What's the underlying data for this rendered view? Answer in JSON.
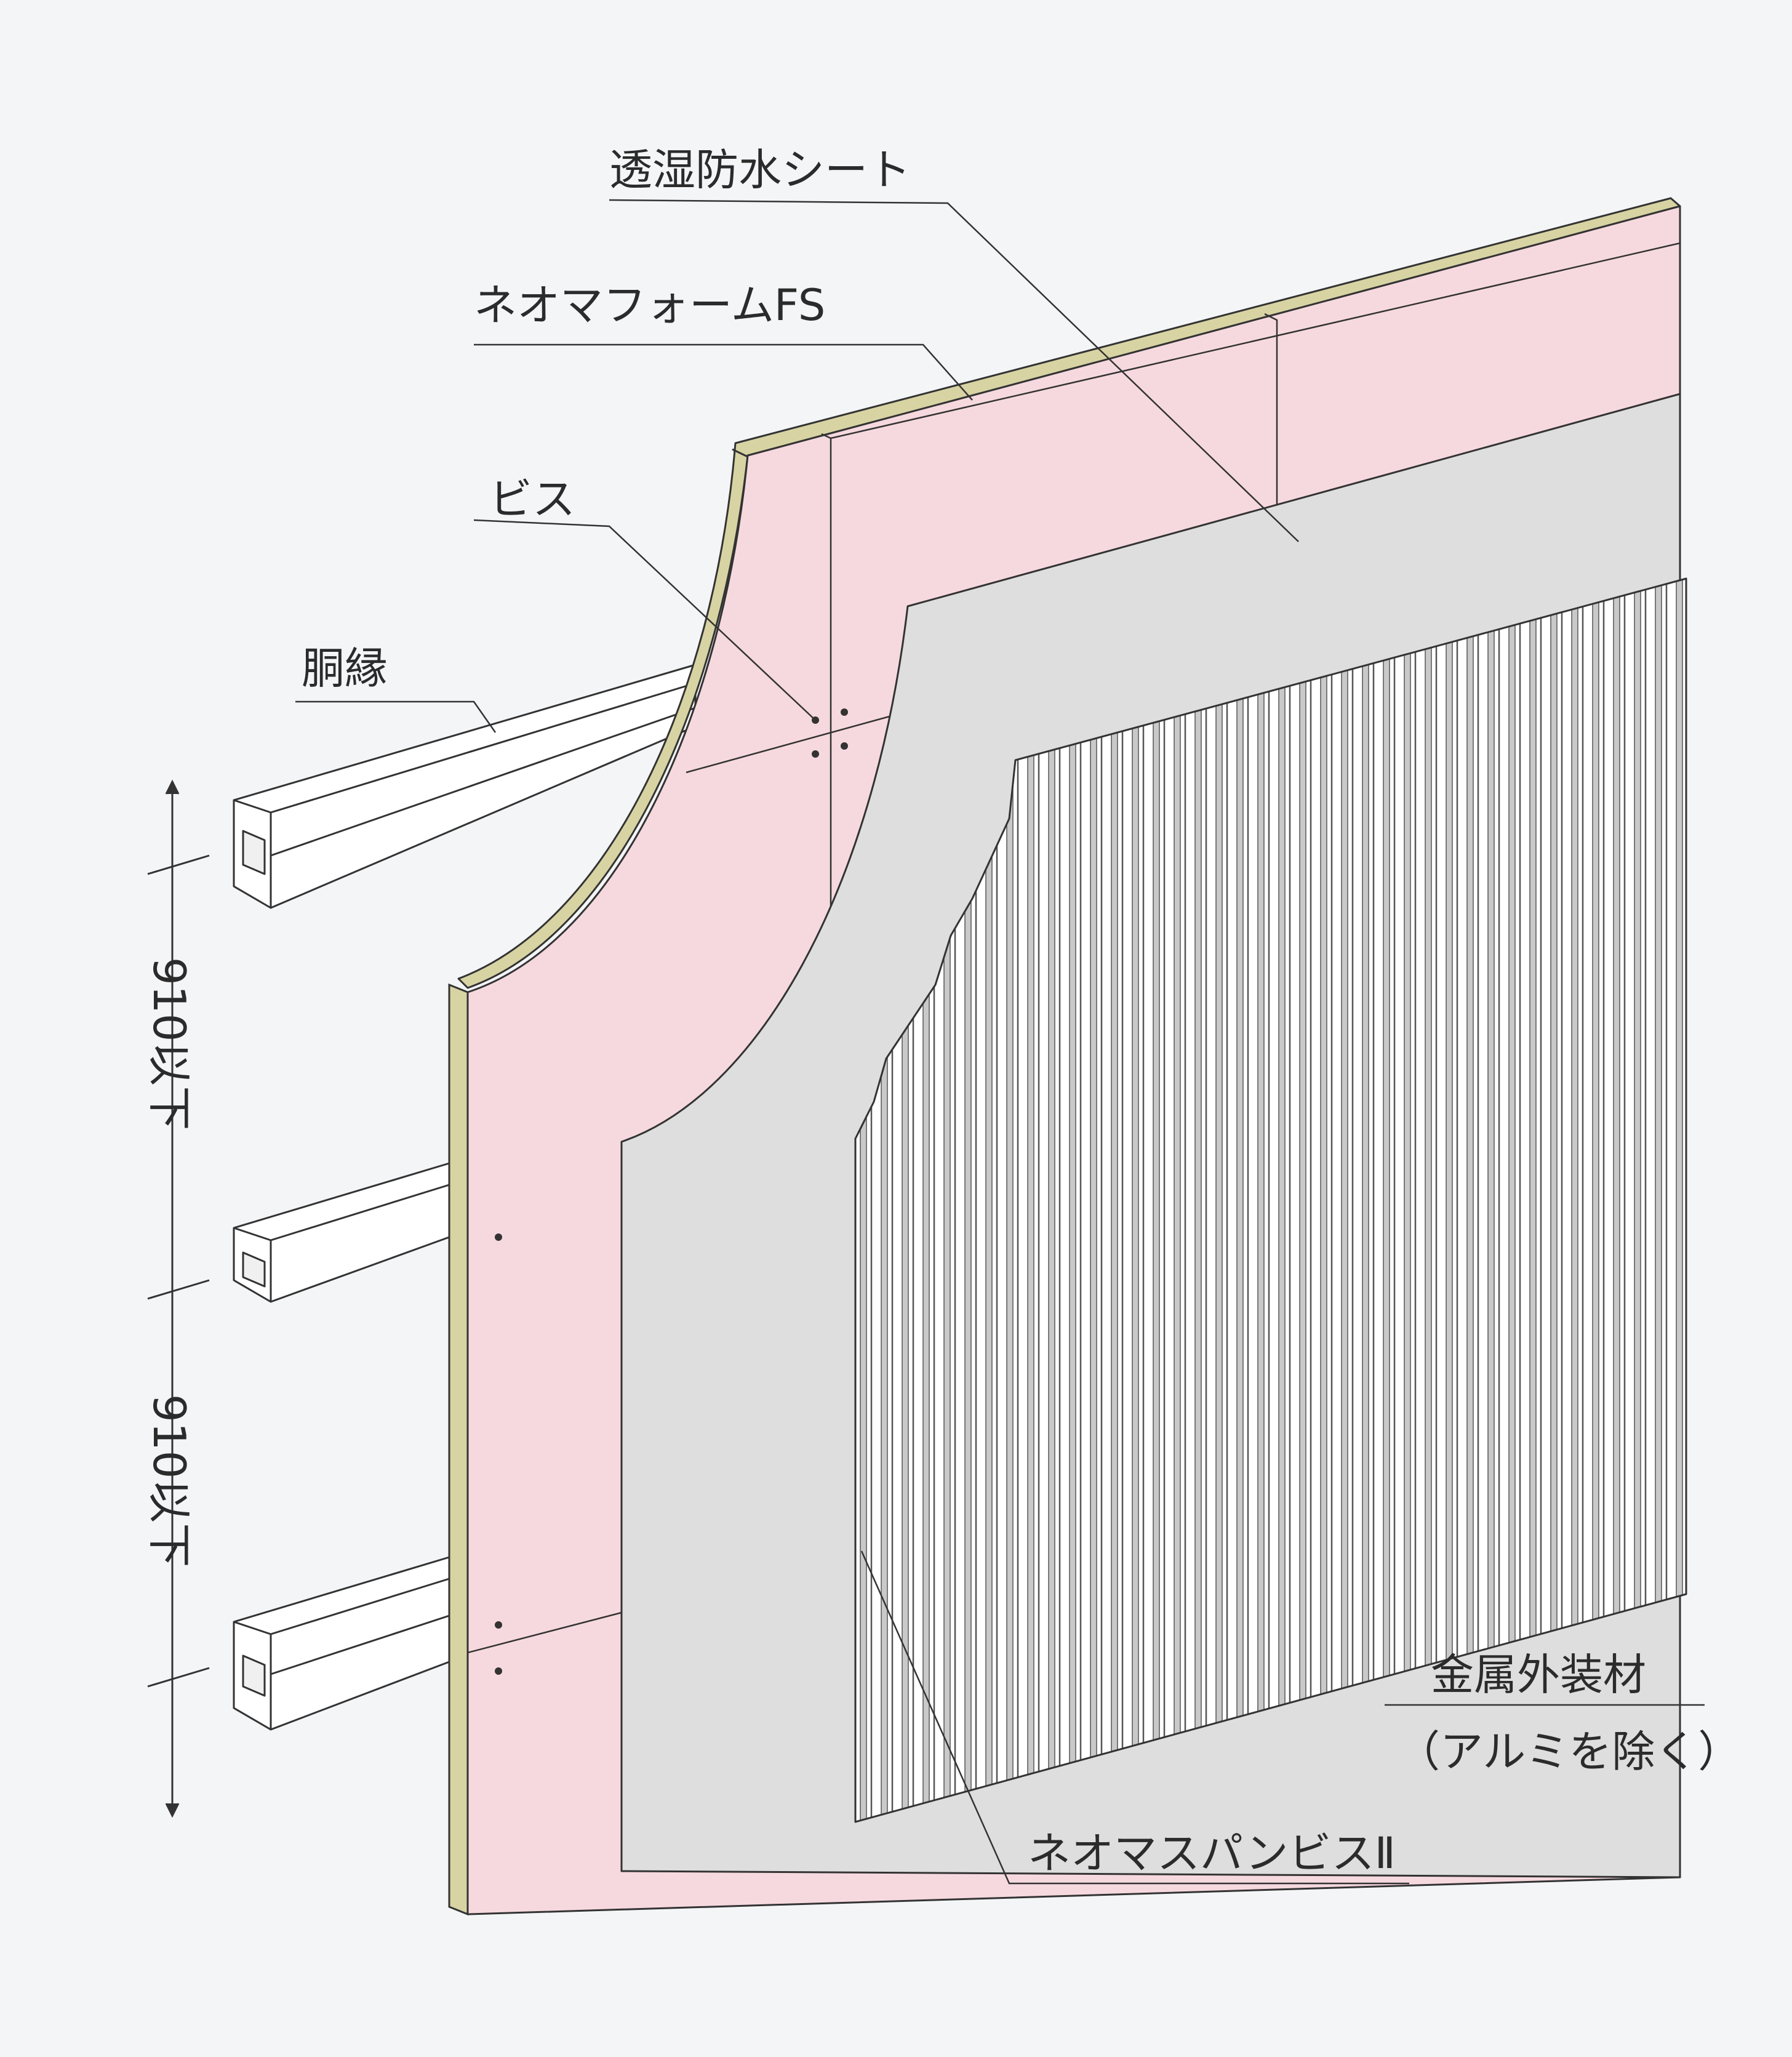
{
  "labels": {
    "moisture_sheet": "透湿防水シート",
    "neoma_foam": "ネオマフォームFS",
    "screw": "ビス",
    "furring": "胴縁",
    "spacing_upper": "910以下",
    "spacing_lower": "910以下",
    "metal_cladding_line1": "金属外装材",
    "metal_cladding_line2": "（アルミを除く）",
    "neomas_screw": "ネオマスパンビスⅡ"
  },
  "colors": {
    "background": "#f4f5f7",
    "foam_face": "#f6d9df",
    "foam_edge": "#d8d3a3",
    "sheet": "#dedede",
    "cladding_light": "#ffffff",
    "cladding_dark": "#c9c9c9",
    "line": "#333333",
    "rail": "#ffffff"
  }
}
